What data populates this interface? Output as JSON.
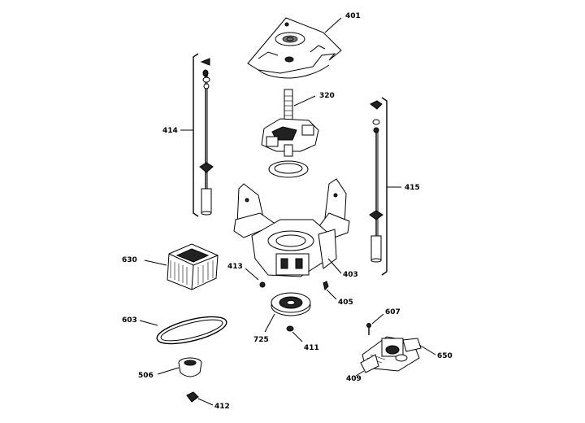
{
  "diagram": {
    "labels": {
      "p401": "401",
      "p320": "320",
      "p414": "414",
      "p415": "415",
      "p630": "630",
      "p413": "413",
      "p403": "403",
      "p405": "405",
      "p603": "603",
      "p725": "725",
      "p411": "411",
      "p607": "607",
      "p650": "650",
      "p506": "506",
      "p409": "409",
      "p412": "412"
    }
  }
}
